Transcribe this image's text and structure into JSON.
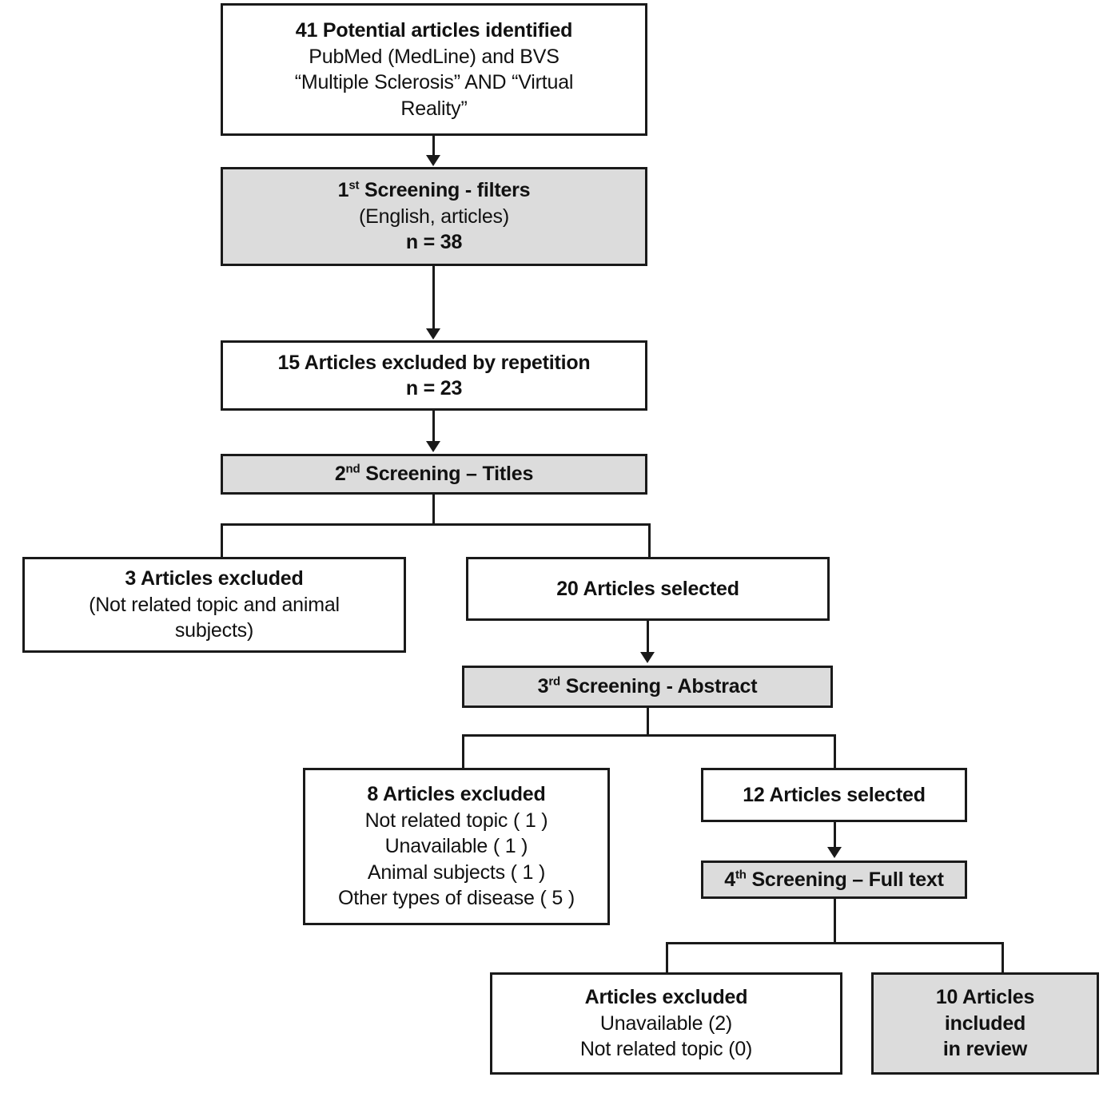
{
  "diagram": {
    "title": "PRISMA-style literature selection flowchart",
    "fill_color": "#dcdcdc",
    "border_color": "#1a1a1a",
    "background_color": "#ffffff"
  },
  "nodes": {
    "identified": {
      "name": "records-identified",
      "line1": "41 Potential articles identified",
      "line2": "PubMed (MedLine) and BVS",
      "line3": "“Multiple Sclerosis” AND “Virtual",
      "line4": "Reality”",
      "filled": false
    },
    "screening1": {
      "name": "first-screening",
      "line1_pre": "1",
      "line1_sup": "st",
      "line1_post": " Screening - filters",
      "line2": "(English, articles)",
      "line3": "n = 38",
      "filled": true
    },
    "repetition": {
      "name": "excluded-repetition",
      "line1": "15  Articles excluded by repetition",
      "line2": "n =  23",
      "filled": false
    },
    "screening2": {
      "name": "second-screening",
      "line1_pre": "2",
      "line1_sup": "nd",
      "line1_post": " Screening – Titles",
      "filled": true
    },
    "excluded3": {
      "name": "excluded-titles",
      "line1": "3 Articles excluded",
      "line2": "(Not related topic and animal",
      "line3": "subjects)",
      "filled": false
    },
    "selected20": {
      "name": "selected-titles",
      "line1": "20 Articles selected",
      "filled": false
    },
    "screening3": {
      "name": "third-screening",
      "line1_pre": "3",
      "line1_sup": "rd",
      "line1_post": " Screening - Abstract",
      "filled": true
    },
    "excluded8": {
      "name": "excluded-abstract",
      "line1": "8 Articles excluded",
      "line2": "Not related topic ( 1 )",
      "line3": "Unavailable ( 1 )",
      "line4": "Animal subjects ( 1 )",
      "line5": "Other types of disease ( 5 )",
      "filled": false
    },
    "selected12": {
      "name": "selected-abstract",
      "line1": "12 Articles selected",
      "filled": false
    },
    "screening4": {
      "name": "fourth-screening",
      "line1_pre": "4",
      "line1_sup": "th",
      "line1_post": " Screening – Full text",
      "filled": true
    },
    "excludedfull": {
      "name": "excluded-fulltext",
      "line1": "Articles excluded",
      "line2": "Unavailable (2)",
      "line3": "Not related topic (0)",
      "filled": false
    },
    "included": {
      "name": "articles-included",
      "line1": "10 Articles",
      "line2": "included",
      "line3": "in review",
      "filled": true
    }
  },
  "chart_data": {
    "type": "diagram",
    "title": "Article selection flow",
    "stages": [
      {
        "label": "41 Potential articles identified PubMed (MedLine) and BVS",
        "n": 41
      },
      {
        "label": "1st Screening - filters (English, articles)",
        "n": 38
      },
      {
        "label": "15 Articles excluded by repetition",
        "n": 23,
        "excluded": 15
      },
      {
        "label": "2nd Screening - Titles",
        "selected": 20,
        "excluded": 3
      },
      {
        "label": "3rd Screening - Abstract",
        "selected": 12,
        "excluded": 8
      },
      {
        "label": "4th Screening - Full text",
        "included": 10,
        "excluded": 2
      }
    ],
    "exclusion_reasons_abstract": [
      {
        "reason": "Not related topic",
        "count": 1
      },
      {
        "reason": "Unavailable",
        "count": 1
      },
      {
        "reason": "Animal subjects",
        "count": 1
      },
      {
        "reason": "Other types of disease",
        "count": 5
      }
    ],
    "exclusion_reasons_fulltext": [
      {
        "reason": "Unavailable",
        "count": 2
      },
      {
        "reason": "Not related topic",
        "count": 0
      }
    ]
  }
}
